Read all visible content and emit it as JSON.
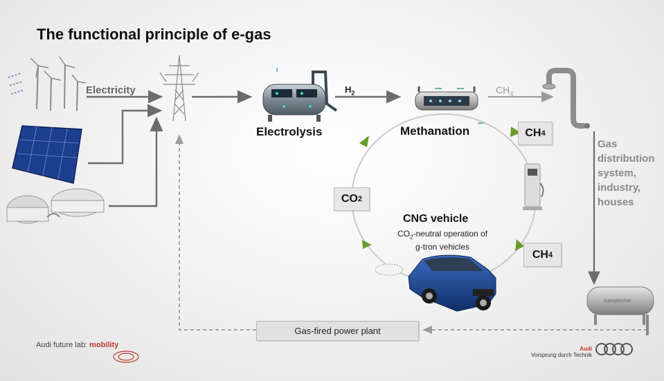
{
  "title": "The functional principle of e-gas",
  "labels": {
    "electricity": "Electricity",
    "h2": "H",
    "h2_sub": "2",
    "ch4_gray": "CH",
    "ch4_gray_sub": "4",
    "electrolysis": "Electrolysis",
    "methanation": "Methanation",
    "ch4_top": "CH",
    "ch4_top_sub": "4",
    "ch4_bottom": "CH",
    "ch4_bottom_sub": "4",
    "co2": "CO",
    "co2_sub": "2",
    "cng_title": "CNG vehicle",
    "cng_line1_a": "CO",
    "cng_line1_sub": "2",
    "cng_line1_b": "-neutral operation of",
    "cng_line2": "g-tron vehicles",
    "gas_dist": [
      "Gas",
      "distribution",
      "system,",
      "industry,",
      "houses"
    ],
    "gas_plant": "Gas-fired power plant",
    "gasspeicher": "Gasspeicher"
  },
  "footer": {
    "lab_prefix": "Audi future lab:",
    "lab_highlight": "mobility",
    "brand": "Audi",
    "slogan": "Vorsprung durch Technik"
  },
  "colors": {
    "arrow_gray": "#6b6b6b",
    "cycle_green": "#6b9a2a",
    "solar_blue": "#1d3f8f",
    "car_blue": "#1f4a9a",
    "audi_red": "#c0392b"
  }
}
